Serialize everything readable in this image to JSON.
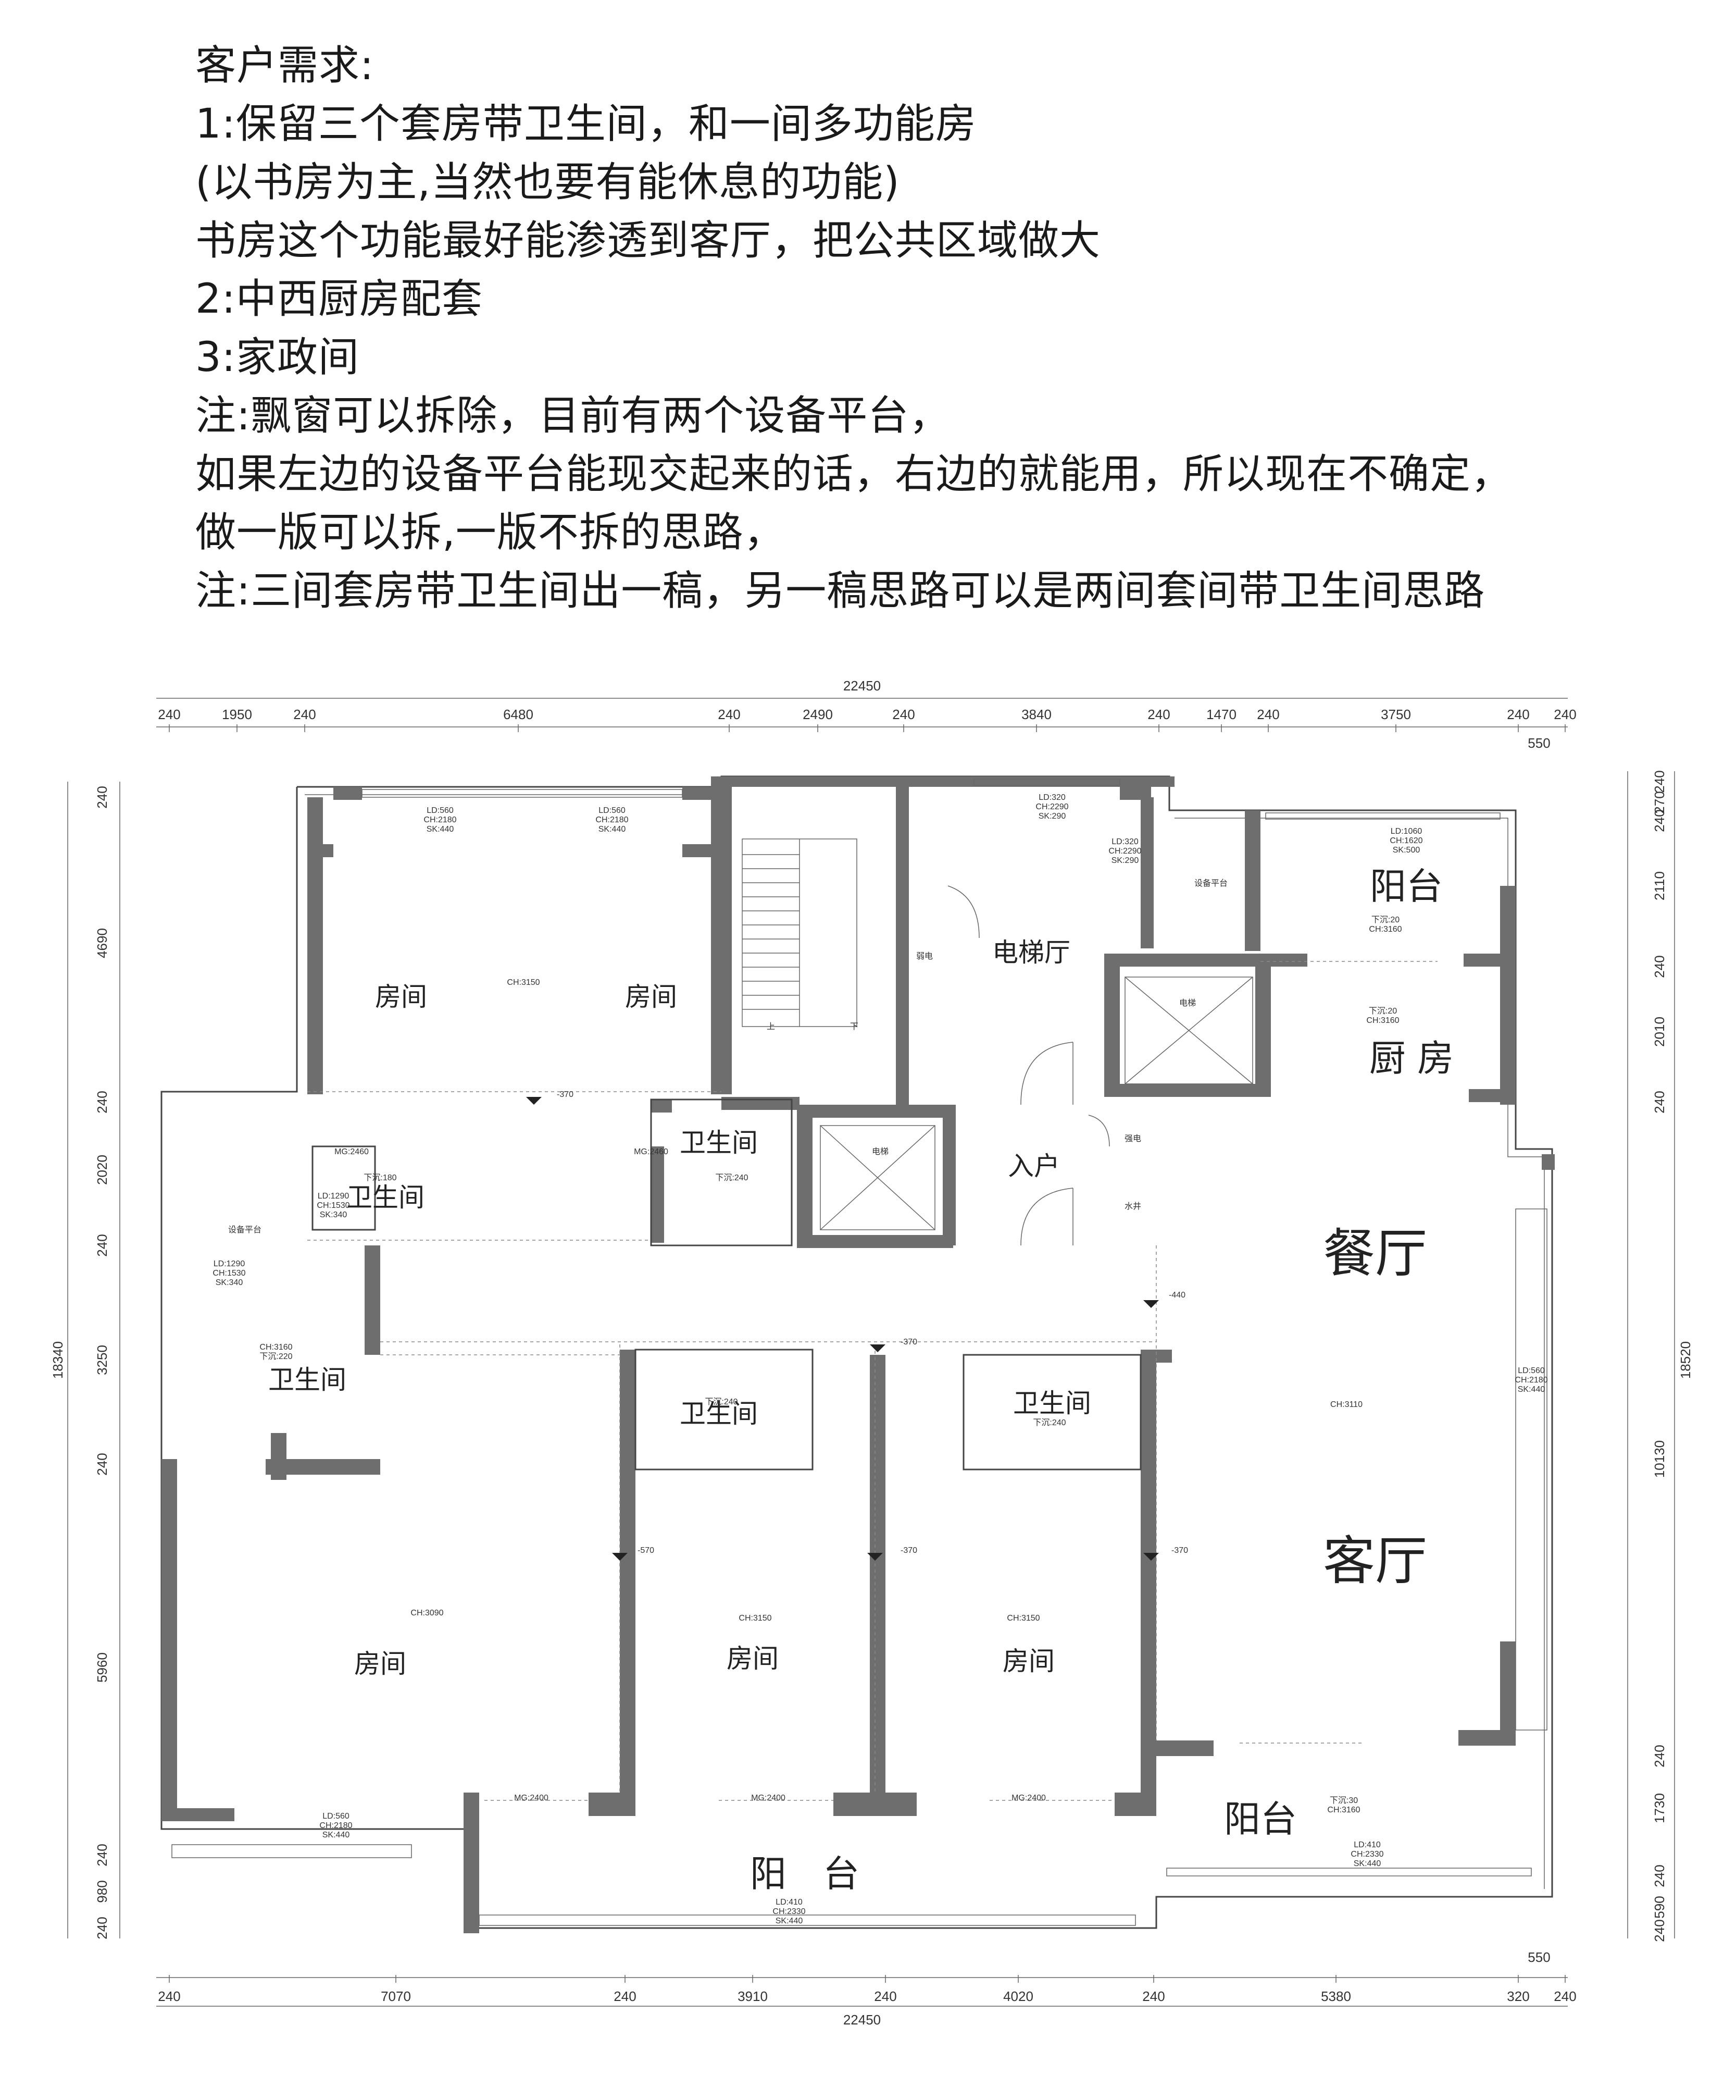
{
  "notes": [
    "客户需求:",
    "1:保留三个套房带卫生间，和一间多功能房",
    "(以书房为主,当然也要有能休息的功能)",
    "书房这个功能最好能渗透到客厅，把公共区域做大",
    "2:中西厨房配套",
    "3:家政间",
    "注:飘窗可以拆除，目前有两个设备平台，",
    "如果左边的设备平台能现交起来的话，右边的就能用，所以现在不确定，",
    "做一版可以拆,一版不拆的思路，",
    "注:三间套房带卫生间出一稿，另一稿思路可以是两间套间带卫生间思路"
  ],
  "dims": {
    "top_total": "22450",
    "top": [
      "240",
      "1950",
      "240",
      "6480",
      "240",
      "2490",
      "240",
      "3840",
      "240",
      "1470",
      "240",
      "3750",
      "240",
      "240"
    ],
    "top_extra": "550",
    "bottom_total": "22450",
    "bottom": [
      "240",
      "7070",
      "240",
      "3910",
      "240",
      "4020",
      "240",
      "5380",
      "320",
      "240"
    ],
    "bottom_extra": "550",
    "left_total": "18340",
    "left": [
      "240",
      "4690",
      "240",
      "2020",
      "240",
      "3250",
      "240",
      "5960",
      "240",
      "980",
      "240"
    ],
    "right_total": "18520",
    "right": [
      "240",
      "270",
      "240",
      "2110",
      "240",
      "2010",
      "240",
      "10130",
      "240",
      "1730",
      "240",
      "590",
      "240"
    ]
  },
  "rooms": {
    "room": "房间",
    "bath": "卫生间",
    "elevator_hall": "电梯厅",
    "entry": "入户",
    "kitchen": "厨 房",
    "balcony": "阳台",
    "balcony_spaced": "阳　台",
    "dining": "餐厅",
    "living": "客厅",
    "equip": "设备平台",
    "elevator": "电梯",
    "weak": "弱电",
    "strong": "强电",
    "water": "水井",
    "up": "上",
    "down": "下"
  },
  "annotations": {
    "win1": [
      "LD:560",
      "CH:2180",
      "SK:440"
    ],
    "win_ld320": [
      "LD:320",
      "CH:2290",
      "SK:290"
    ],
    "balc_top": [
      "LD:1060",
      "CH:1620",
      "SK:500"
    ],
    "win_bath": [
      "LD:1290",
      "CH:1530",
      "SK:340"
    ],
    "win_living": [
      "LD:560",
      "CH:2180",
      "SK:440"
    ],
    "win_balc_bottom": [
      "LD:410",
      "CH:2330",
      "SK:440"
    ],
    "ch3150": "CH:3150",
    "ch3160_220": [
      "CH:3160",
      "下沉:220"
    ],
    "ch3090": "CH:3090",
    "ch3110": "CH:3110",
    "sink20_3160": [
      "下沉:20",
      "CH:3160"
    ],
    "sink30_3160": [
      "下沉:30",
      "CH:3160"
    ],
    "sink180": "下沉:180",
    "sink240": "下沉:240",
    "mg2460": "MG:2460",
    "mg2400": "MG:2400",
    "lvl370": "-370",
    "lvl440": "-440",
    "lvl570": "-570"
  }
}
